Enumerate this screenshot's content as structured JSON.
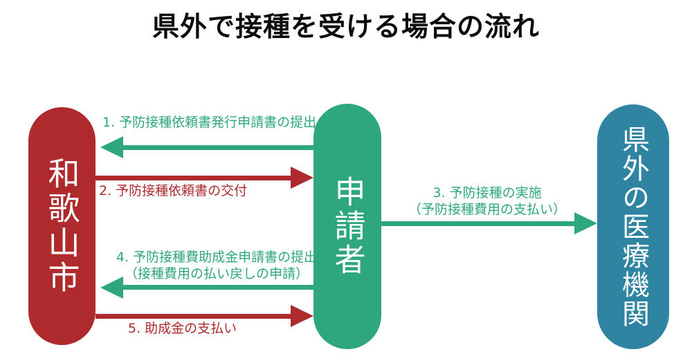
{
  "title": "県外で接種を受ける場合の流れ",
  "colors": {
    "red": "#AE2A2C",
    "green": "#2EA67E",
    "blue": "#2F84A1",
    "node_text": "#FFFFFF",
    "title_text": "#0C0C0C"
  },
  "nodes": [
    {
      "id": "wakayama-city",
      "label": "和歌山市",
      "color": "#AE2A2C"
    },
    {
      "id": "applicant",
      "label": "申請者",
      "color": "#2EA67E"
    },
    {
      "id": "out-of-prefecture-medical-institution",
      "label": "県外の医療機関",
      "color": "#2F84A1"
    }
  ],
  "arrows": [
    {
      "step": "1",
      "text": "1. 予防接種依頼書発行申請書の提出",
      "from": "applicant",
      "to": "wakayama-city",
      "direction": "left",
      "color": "green"
    },
    {
      "step": "2",
      "text": "2. 予防接種依頼書の交付",
      "from": "wakayama-city",
      "to": "applicant",
      "direction": "right",
      "color": "red"
    },
    {
      "step": "3",
      "text_lines": [
        "3. 予防接種の実施",
        "（予防接種費用の支払い）"
      ],
      "from": "applicant",
      "to": "out-of-prefecture-medical-institution",
      "direction": "right",
      "color": "green"
    },
    {
      "step": "4",
      "text_lines": [
        "4. 予防接種費助成金申請書の提出",
        "（接種費用の払い戻しの申請）"
      ],
      "from": "applicant",
      "to": "wakayama-city",
      "direction": "left",
      "color": "green"
    },
    {
      "step": "5",
      "text": "5. 助成金の支払い",
      "from": "wakayama-city",
      "to": "applicant",
      "direction": "right",
      "color": "red"
    }
  ]
}
